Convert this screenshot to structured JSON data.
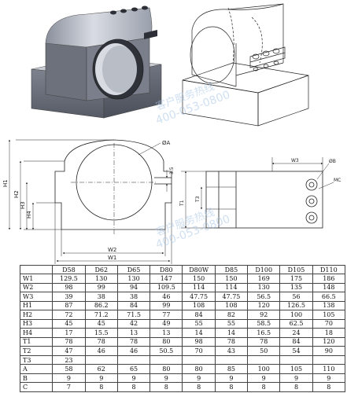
{
  "labels": {
    "phi_a": "ØA",
    "phi_b": "ØB",
    "dim_35": "3.5",
    "h1": "H1",
    "h2": "H2",
    "h3": "H3",
    "h4": "H4",
    "w1": "W1",
    "w2": "W2",
    "w3": "W3",
    "t1": "T1",
    "t2": "T2",
    "t3": "T3",
    "mc": "MC"
  },
  "watermark": {
    "text1": "客户服务热线",
    "text2": "400-053-0800"
  },
  "table": {
    "columns": [
      "",
      "D58",
      "D62",
      "D65",
      "D80",
      "D80W",
      "D85",
      "D100",
      "D105",
      "D110"
    ],
    "rows": [
      [
        "W1",
        "129.5",
        "130",
        "130",
        "147",
        "150",
        "150",
        "169",
        "175",
        "186"
      ],
      [
        "W2",
        "98",
        "99",
        "94",
        "109.5",
        "114",
        "114",
        "130",
        "135",
        "148"
      ],
      [
        "W3",
        "39",
        "38",
        "38",
        "46",
        "47.75",
        "47.75",
        "56.5",
        "56",
        "66.5"
      ],
      [
        "H1",
        "87",
        "86.2",
        "84",
        "99",
        "108",
        "108",
        "120",
        "126.5",
        "138"
      ],
      [
        "H2",
        "72",
        "71.2",
        "71.5",
        "77",
        "84",
        "82",
        "92",
        "100",
        "105"
      ],
      [
        "H3",
        "45",
        "45",
        "42",
        "49",
        "55",
        "55",
        "58.5",
        "62.5",
        "70"
      ],
      [
        "H4",
        "17",
        "15.5",
        "13",
        "13",
        "14",
        "14",
        "16.5",
        "24",
        "18"
      ],
      [
        "T1",
        "78",
        "78",
        "78",
        "80",
        "98",
        "78",
        "78",
        "84",
        "120"
      ],
      [
        "T2",
        "47",
        "46",
        "46",
        "50.5",
        "70",
        "43",
        "50",
        "54",
        "90"
      ],
      [
        "T3",
        "23",
        "",
        "",
        "",
        "",
        "",
        "",
        "",
        ""
      ],
      [
        "A",
        "58",
        "62",
        "65",
        "80",
        "80",
        "85",
        "100",
        "105",
        "110"
      ],
      [
        "B",
        "9",
        "9",
        "9",
        "9",
        "9",
        "9",
        "9",
        "9",
        "9"
      ],
      [
        "C",
        "7",
        "8",
        "8",
        "8",
        "8",
        "8",
        "8",
        "8",
        "8"
      ]
    ]
  }
}
